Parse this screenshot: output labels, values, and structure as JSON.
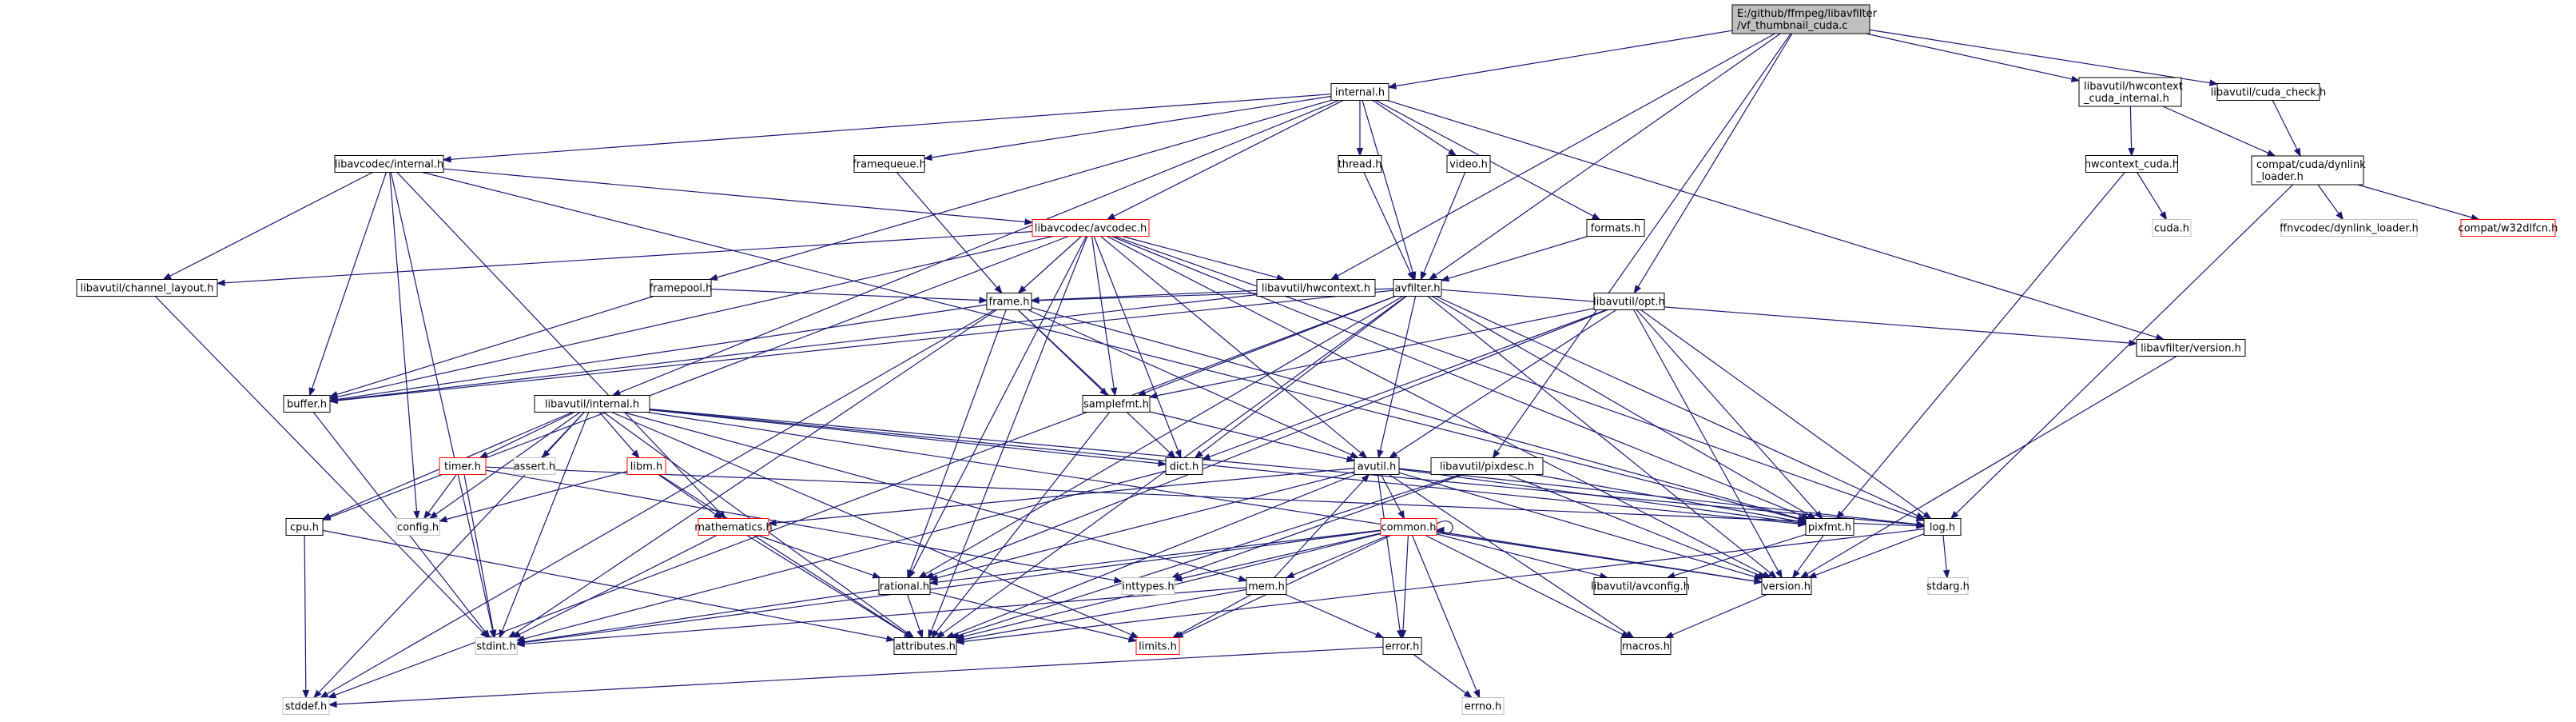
{
  "graph": {
    "colors": {
      "edge": "#191970",
      "root_fill": "#bfbfbf",
      "normal_border": "#000000",
      "missing_border": "#ff0000",
      "system_border": "#bfbfbf"
    },
    "nodes": [
      {
        "id": "root",
        "lines": [
          "E:/github/ffmpeg/libavfilter",
          "/vf_thumbnail_cuda.c"
        ],
        "kind": "root"
      },
      {
        "id": "internal_h",
        "lines": [
          "internal.h"
        ],
        "kind": "normal"
      },
      {
        "id": "hwcontext_cuda_internal",
        "lines": [
          "libavutil/hwcontext",
          "_cuda_internal.h"
        ],
        "kind": "normal"
      },
      {
        "id": "cuda_check",
        "lines": [
          "libavutil/cuda_check.h"
        ],
        "kind": "normal"
      },
      {
        "id": "lavc_internal",
        "lines": [
          "libavcodec/internal.h"
        ],
        "kind": "normal"
      },
      {
        "id": "framequeue",
        "lines": [
          "framequeue.h"
        ],
        "kind": "normal"
      },
      {
        "id": "thread",
        "lines": [
          "thread.h"
        ],
        "kind": "normal"
      },
      {
        "id": "video",
        "lines": [
          "video.h"
        ],
        "kind": "normal"
      },
      {
        "id": "hwcontext_cuda",
        "lines": [
          "hwcontext_cuda.h"
        ],
        "kind": "normal"
      },
      {
        "id": "dynlink_loader",
        "lines": [
          "compat/cuda/dynlink",
          "_loader.h"
        ],
        "kind": "normal"
      },
      {
        "id": "avcodec",
        "lines": [
          "libavcodec/avcodec.h"
        ],
        "kind": "missing"
      },
      {
        "id": "formats",
        "lines": [
          "formats.h"
        ],
        "kind": "normal"
      },
      {
        "id": "cuda_sys",
        "lines": [
          "cuda.h"
        ],
        "kind": "system"
      },
      {
        "id": "ffnvcodec",
        "lines": [
          "ffnvcodec/dynlink_loader.h"
        ],
        "kind": "system"
      },
      {
        "id": "w32dlfcn",
        "lines": [
          "compat/w32dlfcn.h"
        ],
        "kind": "missing"
      },
      {
        "id": "channel_layout",
        "lines": [
          "libavutil/channel_layout.h"
        ],
        "kind": "normal"
      },
      {
        "id": "framepool",
        "lines": [
          "framepool.h"
        ],
        "kind": "normal"
      },
      {
        "id": "hwcontext",
        "lines": [
          "libavutil/hwcontext.h"
        ],
        "kind": "normal"
      },
      {
        "id": "avfilter",
        "lines": [
          "avfilter.h"
        ],
        "kind": "normal"
      },
      {
        "id": "frame",
        "lines": [
          "frame.h"
        ],
        "kind": "normal"
      },
      {
        "id": "opt",
        "lines": [
          "libavutil/opt.h"
        ],
        "kind": "normal"
      },
      {
        "id": "lavfi_version",
        "lines": [
          "libavfilter/version.h"
        ],
        "kind": "normal"
      },
      {
        "id": "buffer",
        "lines": [
          "buffer.h"
        ],
        "kind": "normal"
      },
      {
        "id": "lavu_internal",
        "lines": [
          "libavutil/internal.h"
        ],
        "kind": "normal"
      },
      {
        "id": "samplefmt",
        "lines": [
          "samplefmt.h"
        ],
        "kind": "normal"
      },
      {
        "id": "timer",
        "lines": [
          "timer.h"
        ],
        "kind": "missing"
      },
      {
        "id": "assert_sys",
        "lines": [
          "assert.h"
        ],
        "kind": "system"
      },
      {
        "id": "libm",
        "lines": [
          "libm.h"
        ],
        "kind": "missing"
      },
      {
        "id": "dict",
        "lines": [
          "dict.h"
        ],
        "kind": "normal"
      },
      {
        "id": "avutil",
        "lines": [
          "avutil.h"
        ],
        "kind": "normal"
      },
      {
        "id": "pixdesc",
        "lines": [
          "libavutil/pixdesc.h"
        ],
        "kind": "normal"
      },
      {
        "id": "cpu",
        "lines": [
          "cpu.h"
        ],
        "kind": "normal"
      },
      {
        "id": "config",
        "lines": [
          "config.h"
        ],
        "kind": "system"
      },
      {
        "id": "mathematics",
        "lines": [
          "mathematics.h"
        ],
        "kind": "missing"
      },
      {
        "id": "common",
        "lines": [
          "common.h"
        ],
        "kind": "missing"
      },
      {
        "id": "pixfmt",
        "lines": [
          "pixfmt.h"
        ],
        "kind": "normal"
      },
      {
        "id": "log",
        "lines": [
          "log.h"
        ],
        "kind": "normal"
      },
      {
        "id": "inttypes",
        "lines": [
          "inttypes.h"
        ],
        "kind": "system"
      },
      {
        "id": "rational",
        "lines": [
          "rational.h"
        ],
        "kind": "normal"
      },
      {
        "id": "mem",
        "lines": [
          "mem.h"
        ],
        "kind": "normal"
      },
      {
        "id": "avconfig",
        "lines": [
          "libavutil/avconfig.h"
        ],
        "kind": "normal"
      },
      {
        "id": "version",
        "lines": [
          "version.h"
        ],
        "kind": "normal"
      },
      {
        "id": "stdarg",
        "lines": [
          "stdarg.h"
        ],
        "kind": "system"
      },
      {
        "id": "stdint",
        "lines": [
          "stdint.h"
        ],
        "kind": "system"
      },
      {
        "id": "attributes",
        "lines": [
          "attributes.h"
        ],
        "kind": "normal"
      },
      {
        "id": "limits",
        "lines": [
          "limits.h"
        ],
        "kind": "missing"
      },
      {
        "id": "error",
        "lines": [
          "error.h"
        ],
        "kind": "normal"
      },
      {
        "id": "macros",
        "lines": [
          "macros.h"
        ],
        "kind": "normal"
      },
      {
        "id": "stddef",
        "lines": [
          "stddef.h"
        ],
        "kind": "system"
      },
      {
        "id": "errno",
        "lines": [
          "errno.h"
        ],
        "kind": "system"
      }
    ],
    "edges": [
      [
        "root",
        "internal_h"
      ],
      [
        "root",
        "hwcontext_cuda_internal"
      ],
      [
        "root",
        "cuda_check"
      ],
      [
        "root",
        "avfilter"
      ],
      [
        "root",
        "hwcontext"
      ],
      [
        "root",
        "pixdesc"
      ],
      [
        "root",
        "opt"
      ],
      [
        "hwcontext_cuda_internal",
        "hwcontext_cuda"
      ],
      [
        "hwcontext_cuda_internal",
        "dynlink_loader"
      ],
      [
        "cuda_check",
        "dynlink_loader"
      ],
      [
        "hwcontext_cuda",
        "cuda_sys"
      ],
      [
        "hwcontext_cuda",
        "pixfmt"
      ],
      [
        "dynlink_loader",
        "ffnvcodec"
      ],
      [
        "dynlink_loader",
        "w32dlfcn"
      ],
      [
        "dynlink_loader",
        "log"
      ],
      [
        "internal_h",
        "lavc_internal"
      ],
      [
        "internal_h",
        "framequeue"
      ],
      [
        "internal_h",
        "thread"
      ],
      [
        "internal_h",
        "video"
      ],
      [
        "internal_h",
        "avcodec"
      ],
      [
        "internal_h",
        "formats"
      ],
      [
        "internal_h",
        "framepool"
      ],
      [
        "internal_h",
        "avfilter"
      ],
      [
        "internal_h",
        "lavu_internal"
      ],
      [
        "internal_h",
        "lavfi_version"
      ],
      [
        "lavc_internal",
        "channel_layout"
      ],
      [
        "lavc_internal",
        "avcodec"
      ],
      [
        "lavc_internal",
        "buffer"
      ],
      [
        "lavc_internal",
        "config"
      ],
      [
        "lavc_internal",
        "mathematics"
      ],
      [
        "lavc_internal",
        "stdint"
      ],
      [
        "lavc_internal",
        "pixfmt"
      ],
      [
        "framequeue",
        "frame"
      ],
      [
        "thread",
        "avfilter"
      ],
      [
        "video",
        "avfilter"
      ],
      [
        "formats",
        "avfilter"
      ],
      [
        "avcodec",
        "channel_layout"
      ],
      [
        "avcodec",
        "hwcontext"
      ],
      [
        "avcodec",
        "frame"
      ],
      [
        "avcodec",
        "buffer"
      ],
      [
        "avcodec",
        "samplefmt"
      ],
      [
        "avcodec",
        "dict"
      ],
      [
        "avcodec",
        "avutil"
      ],
      [
        "avcodec",
        "attributes"
      ],
      [
        "avcodec",
        "rational"
      ],
      [
        "avcodec",
        "pixfmt"
      ],
      [
        "avcodec",
        "log"
      ],
      [
        "avcodec",
        "cpu"
      ],
      [
        "avcodec",
        "version"
      ],
      [
        "channel_layout",
        "stdint"
      ],
      [
        "framepool",
        "frame"
      ],
      [
        "framepool",
        "buffer"
      ],
      [
        "hwcontext",
        "frame"
      ],
      [
        "hwcontext",
        "buffer"
      ],
      [
        "avfilter",
        "frame"
      ],
      [
        "avfilter",
        "buffer"
      ],
      [
        "avfilter",
        "samplefmt"
      ],
      [
        "avfilter",
        "dict"
      ],
      [
        "avfilter",
        "avutil"
      ],
      [
        "avfilter",
        "attributes"
      ],
      [
        "avfilter",
        "rational"
      ],
      [
        "avfilter",
        "pixfmt"
      ],
      [
        "avfilter",
        "log"
      ],
      [
        "avfilter",
        "lavfi_version"
      ],
      [
        "avfilter",
        "stddef"
      ],
      [
        "avfilter",
        "version"
      ],
      [
        "frame",
        "buffer"
      ],
      [
        "frame",
        "samplefmt"
      ],
      [
        "frame",
        "dict"
      ],
      [
        "frame",
        "avutil"
      ],
      [
        "frame",
        "rational"
      ],
      [
        "frame",
        "pixfmt"
      ],
      [
        "frame",
        "stddef"
      ],
      [
        "frame",
        "stdint"
      ],
      [
        "opt",
        "samplefmt"
      ],
      [
        "opt",
        "dict"
      ],
      [
        "opt",
        "avutil"
      ],
      [
        "opt",
        "rational"
      ],
      [
        "opt",
        "pixfmt"
      ],
      [
        "opt",
        "log"
      ],
      [
        "opt",
        "version"
      ],
      [
        "lavfi_version",
        "version"
      ],
      [
        "buffer",
        "stdint"
      ],
      [
        "lavu_internal",
        "timer"
      ],
      [
        "lavu_internal",
        "assert_sys"
      ],
      [
        "lavu_internal",
        "libm"
      ],
      [
        "lavu_internal",
        "dict"
      ],
      [
        "lavu_internal",
        "pixfmt"
      ],
      [
        "lavu_internal",
        "cpu"
      ],
      [
        "lavu_internal",
        "config"
      ],
      [
        "lavu_internal",
        "attributes"
      ],
      [
        "lavu_internal",
        "stdint"
      ],
      [
        "lavu_internal",
        "stddef"
      ],
      [
        "lavu_internal",
        "mem"
      ],
      [
        "lavu_internal",
        "version"
      ],
      [
        "lavu_internal",
        "limits"
      ],
      [
        "lavu_internal",
        "log"
      ],
      [
        "samplefmt",
        "avutil"
      ],
      [
        "samplefmt",
        "attributes"
      ],
      [
        "timer",
        "config"
      ],
      [
        "timer",
        "stdint"
      ],
      [
        "timer",
        "inttypes"
      ],
      [
        "timer",
        "log"
      ],
      [
        "libm",
        "config"
      ],
      [
        "libm",
        "attributes"
      ],
      [
        "libm",
        "mathematics"
      ],
      [
        "dict",
        "stdint"
      ],
      [
        "avutil",
        "common"
      ],
      [
        "avutil",
        "error"
      ],
      [
        "avutil",
        "macros"
      ],
      [
        "avutil",
        "mathematics"
      ],
      [
        "avutil",
        "rational"
      ],
      [
        "avutil",
        "log"
      ],
      [
        "avutil",
        "pixfmt"
      ],
      [
        "avutil",
        "version"
      ],
      [
        "avutil",
        "attributes"
      ],
      [
        "pixdesc",
        "inttypes"
      ],
      [
        "pixdesc",
        "attributes"
      ],
      [
        "pixdesc",
        "pixfmt"
      ],
      [
        "pixdesc",
        "version"
      ],
      [
        "cpu",
        "attributes"
      ],
      [
        "cpu",
        "stddef"
      ],
      [
        "mathematics",
        "stdint"
      ],
      [
        "mathematics",
        "attributes"
      ],
      [
        "mathematics",
        "rational"
      ],
      [
        "common",
        "inttypes"
      ],
      [
        "common",
        "attributes"
      ],
      [
        "common",
        "macros"
      ],
      [
        "common",
        "version"
      ],
      [
        "common",
        "avconfig"
      ],
      [
        "common",
        "mem"
      ],
      [
        "common",
        "error"
      ],
      [
        "common",
        "limits"
      ],
      [
        "common",
        "stdint"
      ],
      [
        "common",
        "errno"
      ],
      [
        "common",
        "rational"
      ],
      [
        "common",
        "common"
      ],
      [
        "pixfmt",
        "avconfig"
      ],
      [
        "pixfmt",
        "version"
      ],
      [
        "log",
        "stdarg"
      ],
      [
        "log",
        "attributes"
      ],
      [
        "log",
        "version"
      ],
      [
        "rational",
        "stdint"
      ],
      [
        "rational",
        "attributes"
      ],
      [
        "rational",
        "limits"
      ],
      [
        "mem",
        "attributes"
      ],
      [
        "mem",
        "error"
      ],
      [
        "mem",
        "avutil"
      ],
      [
        "mem",
        "stdint"
      ],
      [
        "mem",
        "limits"
      ],
      [
        "version",
        "macros"
      ],
      [
        "error",
        "errno"
      ],
      [
        "error",
        "stddef"
      ]
    ]
  }
}
